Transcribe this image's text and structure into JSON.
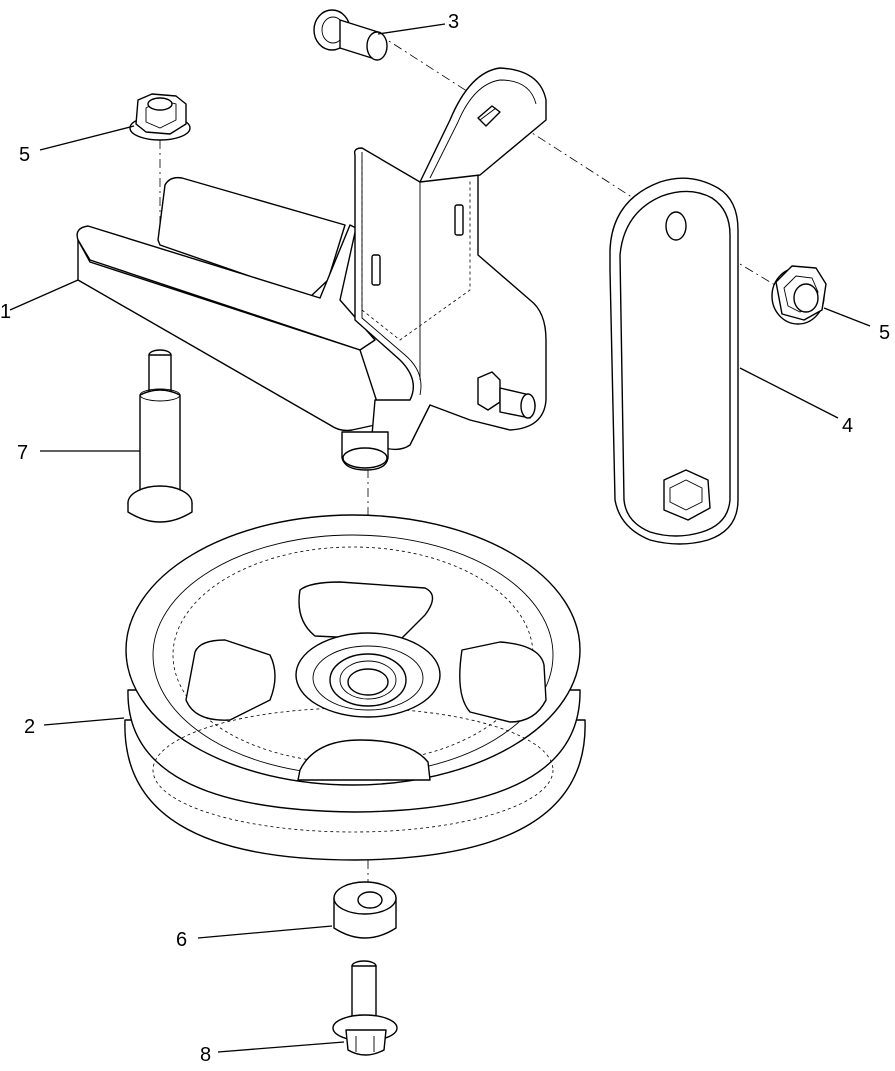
{
  "callouts": {
    "c1": "1",
    "c2": "2",
    "c3": "3",
    "c4": "4",
    "c5_top": "5",
    "c5_right": "5",
    "c6": "6",
    "c7": "7",
    "c8": "8"
  }
}
